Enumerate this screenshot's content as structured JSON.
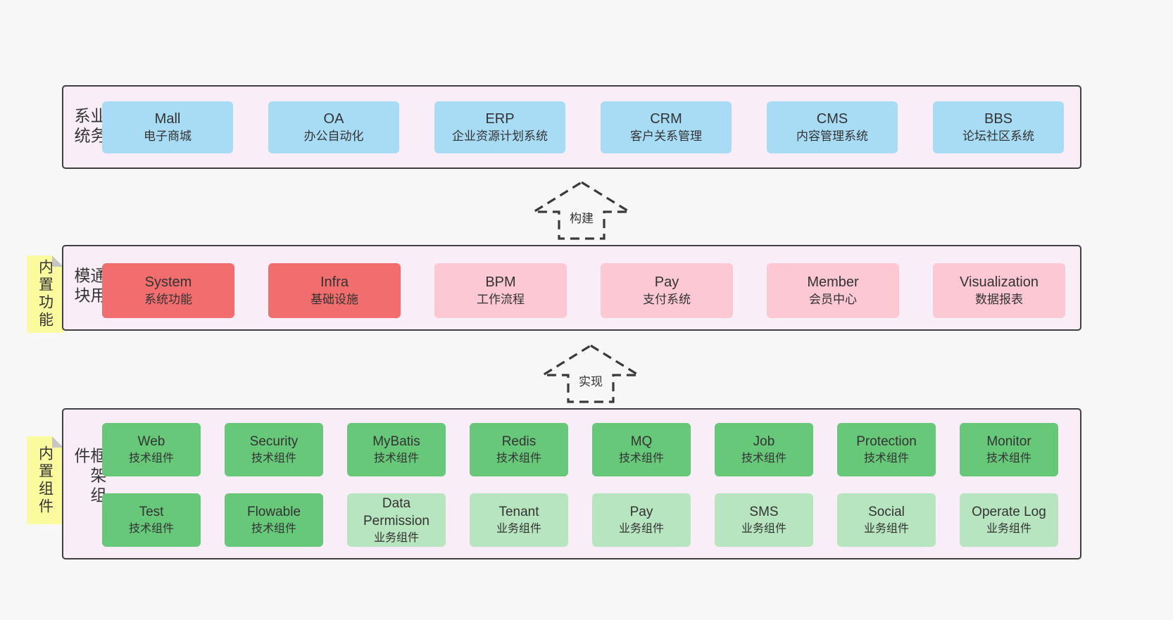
{
  "colors": {
    "page_bg": "#f7f7f7",
    "layer_bg": "#f9eef7",
    "layer_border": "#3f3f3f",
    "box_blue": "#a8dcf4",
    "box_red": "#f26d6d",
    "box_pink": "#fbc8d3",
    "box_green_dark": "#67c87a",
    "box_green_light": "#b7e5bf",
    "note_yellow": "#fafa9e",
    "note_fold_gray": "#c6c6c6",
    "text": "#333333"
  },
  "arrows": {
    "build": "构建",
    "implement": "实现"
  },
  "layers": {
    "business": {
      "label": "业务系统",
      "boxes": [
        {
          "en": "Mall",
          "zh": "电子商城",
          "variant": "blue"
        },
        {
          "en": "OA",
          "zh": "办公自动化",
          "variant": "blue"
        },
        {
          "en": "ERP",
          "zh": "企业资源计划系统",
          "variant": "blue"
        },
        {
          "en": "CRM",
          "zh": "客户关系管理",
          "variant": "blue"
        },
        {
          "en": "CMS",
          "zh": "内容管理系统",
          "variant": "blue"
        },
        {
          "en": "BBS",
          "zh": "论坛社区系统",
          "variant": "blue"
        }
      ]
    },
    "modules": {
      "label": "通用模块",
      "note": "内置功能",
      "boxes": [
        {
          "en": "System",
          "zh": "系统功能",
          "variant": "red"
        },
        {
          "en": "Infra",
          "zh": "基础设施",
          "variant": "red"
        },
        {
          "en": "BPM",
          "zh": "工作流程",
          "variant": "pink"
        },
        {
          "en": "Pay",
          "zh": "支付系统",
          "variant": "pink"
        },
        {
          "en": "Member",
          "zh": "会员中心",
          "variant": "pink"
        },
        {
          "en": "Visualization",
          "zh": "数据报表",
          "variant": "pink"
        }
      ]
    },
    "components": {
      "label": "框架组件",
      "note": "内置组件",
      "row1": [
        {
          "en": "Web",
          "zh": "技术组件",
          "variant": "green"
        },
        {
          "en": "Security",
          "zh": "技术组件",
          "variant": "green"
        },
        {
          "en": "MyBatis",
          "zh": "技术组件",
          "variant": "green"
        },
        {
          "en": "Redis",
          "zh": "技术组件",
          "variant": "green"
        },
        {
          "en": "MQ",
          "zh": "技术组件",
          "variant": "green"
        },
        {
          "en": "Job",
          "zh": "技术组件",
          "variant": "green"
        },
        {
          "en": "Protection",
          "zh": "技术组件",
          "variant": "green"
        },
        {
          "en": "Monitor",
          "zh": "技术组件",
          "variant": "green"
        }
      ],
      "row2": [
        {
          "en": "Test",
          "zh": "技术组件",
          "variant": "green"
        },
        {
          "en": "Flowable",
          "zh": "技术组件",
          "variant": "green"
        },
        {
          "en": "Data Permission",
          "zh": "业务组件",
          "variant": "light-green"
        },
        {
          "en": "Tenant",
          "zh": "业务组件",
          "variant": "light-green"
        },
        {
          "en": "Pay",
          "zh": "业务组件",
          "variant": "light-green"
        },
        {
          "en": "SMS",
          "zh": "业务组件",
          "variant": "light-green"
        },
        {
          "en": "Social",
          "zh": "业务组件",
          "variant": "light-green"
        },
        {
          "en": "Operate Log",
          "zh": "业务组件",
          "variant": "light-green"
        }
      ]
    }
  }
}
